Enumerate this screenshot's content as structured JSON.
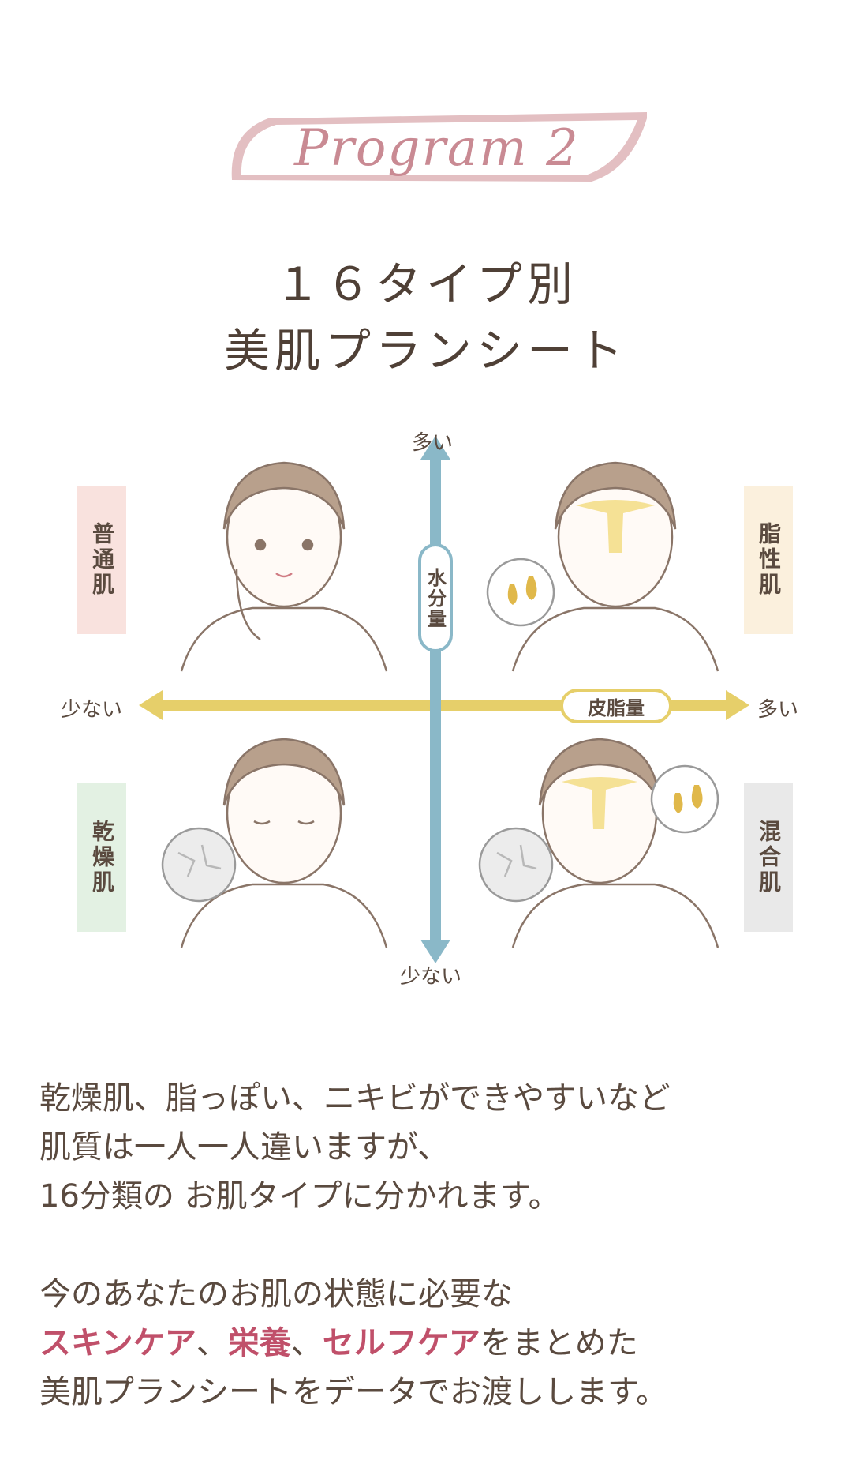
{
  "badge": {
    "text": "Program 2"
  },
  "title": {
    "line1": "１６タイプ別",
    "line2": "美肌プランシート"
  },
  "diagram": {
    "vertical_axis": {
      "label": "水分量",
      "top": "多い",
      "bottom": "少ない"
    },
    "horizontal_axis": {
      "label": "皮脂量",
      "left": "少ない",
      "right": "多い"
    },
    "types": {
      "top_left": "普通肌",
      "top_right": "脂性肌",
      "bottom_left": "乾燥肌",
      "bottom_right": "混合肌"
    },
    "colors": {
      "vertical_axis": "#8ab8c8",
      "horizontal_axis": "#e6cf6a",
      "normal": "#f9e2de",
      "oily": "#fbf0dd",
      "dry": "#e3f1e3",
      "mixed": "#e9e9e9",
      "badge": "#e3bfc2",
      "highlight": "#c0506a"
    }
  },
  "body": {
    "p1": {
      "line1": "乾燥肌、脂っぽい、ニキビができやすいなど",
      "line2": "肌質は一人一人違いますが、",
      "line3": "16分類の お肌タイプに分かれます。"
    },
    "p2": {
      "line1": "今のあなたのお肌の状態に必要な",
      "hl1": "スキンケア",
      "sep1": "、",
      "hl2": "栄養",
      "sep2": "、",
      "hl3": "セルフケア",
      "line2_tail": "をまとめた",
      "line3": "美肌プランシートをデータでお渡しします。"
    }
  }
}
